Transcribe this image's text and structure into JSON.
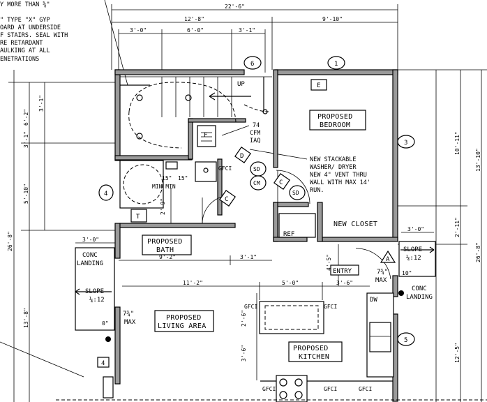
{
  "notes": {
    "gyp_note": [
      "Y MORE THAN ⅝\"",
      "\" TYPE \"X\" GYP",
      "OARD AT UNDERSIDE",
      "F STAIRS. SEAL WITH",
      "RE RETARDANT",
      "AULKING AT ALL",
      "ENETRATIONS"
    ],
    "vent_note": [
      "NEW STACKABLE",
      "WASHER/ DRYER",
      "NEW 4\" VENT THRU",
      "WALL WITH MAX 14'",
      "RUN."
    ],
    "fan_note": [
      "74",
      "CFM",
      "IAQ"
    ]
  },
  "rooms": {
    "bedroom": [
      "PROPOSED",
      "BEDROOM"
    ],
    "bath": [
      "PROPOSED",
      "BATH"
    ],
    "living": [
      "PROPOSED",
      "LIVING AREA"
    ],
    "kitchen": [
      "PROPOSED",
      "KITCHEN"
    ],
    "closet": "NEW CLOSET",
    "ref": "REF",
    "entry": "ENTRY",
    "up": "UP",
    "dw": "DW",
    "conc_left": [
      "CONC",
      "LANDING"
    ],
    "conc_right": [
      "CONC",
      "LANDING"
    ],
    "slope_left": [
      "SLOPE",
      "¼:12"
    ],
    "slope_right": [
      "SLOPE",
      "¼:12"
    ],
    "max_left": [
      "7¾\"",
      "MAX"
    ],
    "max_right": [
      "7¾\"",
      "MAX"
    ],
    "tub_t": "T",
    "min_left": "15\"",
    "min_right": "15\"",
    "min_word": "MIN MIN"
  },
  "dimensions": {
    "overall_top": "22'-6\"",
    "top_left": "12'-8\"",
    "top_right": "9'-10\"",
    "stair_a": "3'-0\"",
    "stair_b": "6'-0\"",
    "stair_c": "3'-1\"",
    "left_overall": "26'-8\"",
    "left_a": "6'-2\"",
    "left_b": "3'-1\"",
    "left_c": "5'-10\"",
    "left_d": "13'-8\"",
    "left_e": "3'-1\"",
    "right_a": "10'-11\"",
    "right_b": "13'-10\"",
    "right_c": "2'-11\"",
    "right_d": "26'-8\"",
    "right_e": "12'-5\"",
    "bath_w": "9'-2\"",
    "bath_r": "3'-1\"",
    "landing_w": "3'-0\"",
    "closet_r": "3'-0\"",
    "living_a": "11'-2\"",
    "living_b": "5'-0\"",
    "living_c": "3'-6\"",
    "vert_a": "2'-9\"",
    "vert_b": "4'-5\"",
    "kitchen_a": "2'-6\"",
    "kitchen_b": "3'-6\"",
    "step_l": "0\"",
    "step_r": "10\""
  },
  "labels": {
    "gfci": "GFCI",
    "sd": "SD",
    "cm": "CM",
    "tag_f": "F",
    "tag_e": "E",
    "door_a": "A",
    "door_c": "C",
    "door_d": "D",
    "win_1": "1",
    "win_3": "3",
    "win_4a": "4",
    "win_4b": "4",
    "win_5": "5",
    "win_6": "6"
  }
}
